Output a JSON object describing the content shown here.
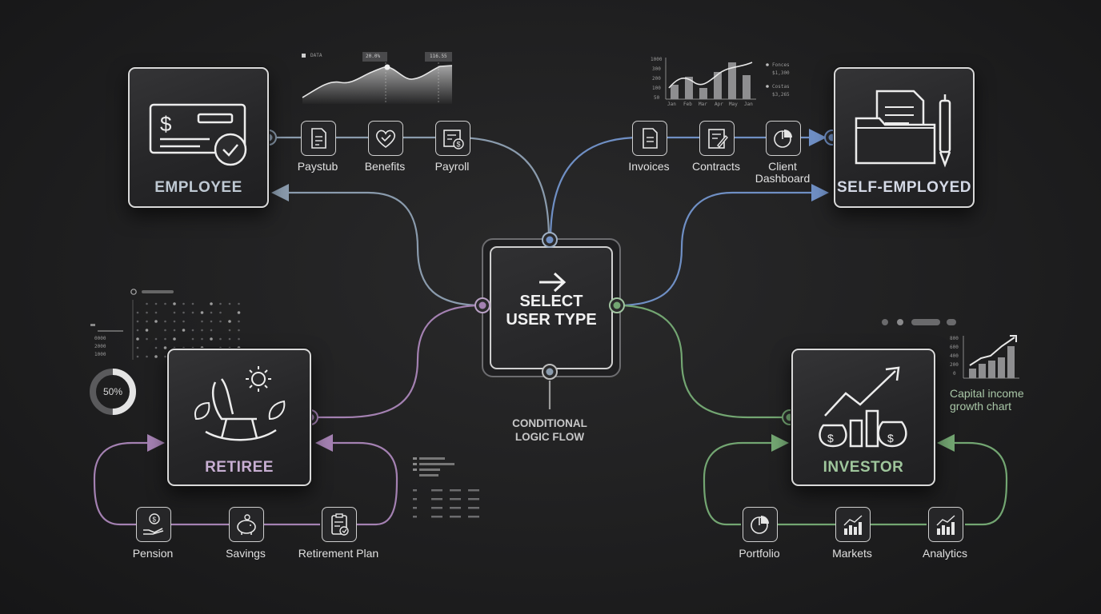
{
  "center": {
    "title": "SELECT\nUSER TYPE",
    "caption": "CONDITIONAL\nLOGIC FLOW"
  },
  "colors": {
    "employee": "#8a9bad",
    "self_employed": "#6f8fc4",
    "retiree": "#a481b2",
    "investor": "#73a672",
    "card_border": "#d9d9d9"
  },
  "employee": {
    "title": "EMPLOYEE",
    "items": [
      {
        "label": "Paystub",
        "icon": "paystub-icon"
      },
      {
        "label": "Benefits",
        "icon": "heart-check-icon"
      },
      {
        "label": "Payroll",
        "icon": "payroll-icon"
      }
    ],
    "chart": {
      "legend": "DATA",
      "tag1": "20.0%",
      "tag2": "116.55"
    }
  },
  "self_employed": {
    "title": "SELF-EMPLOYED",
    "items": [
      {
        "label": "Invoices",
        "icon": "invoice-icon"
      },
      {
        "label": "Contracts",
        "icon": "contract-icon"
      },
      {
        "label": "Client\nDashboard",
        "icon": "pie-chart-icon"
      }
    ],
    "chart": {
      "ticks": [
        "1000",
        "300",
        "200",
        "100",
        "50"
      ],
      "months": [
        "Jan",
        "Feb",
        "Mar",
        "Apr",
        "May",
        "Jan"
      ],
      "legend": [
        {
          "name": "Fonces",
          "value": "$1,300"
        },
        {
          "name": "Costas",
          "value": "$3,265"
        }
      ]
    }
  },
  "retiree": {
    "title": "RETIREE",
    "items": [
      {
        "label": "Pension",
        "icon": "hand-coin-icon"
      },
      {
        "label": "Savings",
        "icon": "piggy-bank-icon"
      },
      {
        "label": "Retirement Plan",
        "icon": "clipboard-check-icon"
      }
    ],
    "donut": {
      "label": "50%",
      "value": 0.5
    },
    "legend": [
      "0000",
      "2000",
      "1000"
    ]
  },
  "investor": {
    "title": "INVESTOR",
    "items": [
      {
        "label": "Portfolio",
        "icon": "pie-chart-icon"
      },
      {
        "label": "Markets",
        "icon": "bar-trend-icon"
      },
      {
        "label": "Analytics",
        "icon": "bar-trend-icon"
      }
    ],
    "chart": {
      "ticks": [
        "800",
        "600",
        "400",
        "200",
        "0"
      ],
      "caption": "Capital income\ngrowth chart"
    }
  }
}
